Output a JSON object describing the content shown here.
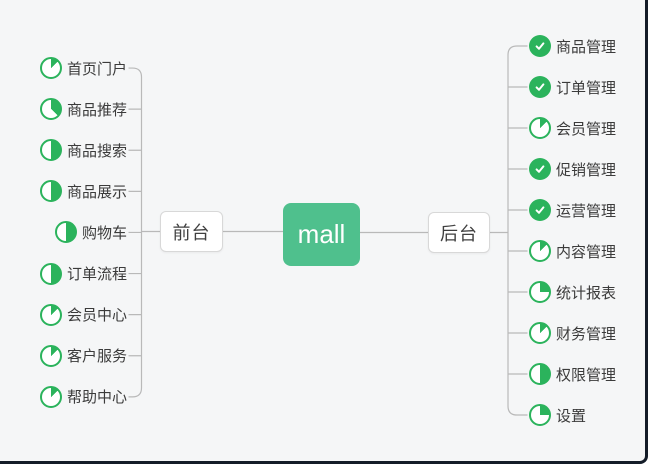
{
  "window": {
    "background": "#f5f6f7",
    "frame_border_color": "#141c28"
  },
  "diagram": {
    "root": {
      "label": "mall"
    },
    "left_branch": {
      "label": "前台",
      "items": [
        {
          "label": "首页门户",
          "icon": "pie",
          "progress": 0.125
        },
        {
          "label": "商品推荐",
          "icon": "pie",
          "progress": 0.375
        },
        {
          "label": "商品搜索",
          "icon": "pie",
          "progress": 0.5
        },
        {
          "label": "商品展示",
          "icon": "pie",
          "progress": 0.5
        },
        {
          "label": "购物车",
          "icon": "pie",
          "progress": 0.5
        },
        {
          "label": "订单流程",
          "icon": "pie",
          "progress": 0.5
        },
        {
          "label": "会员中心",
          "icon": "pie",
          "progress": 0.125
        },
        {
          "label": "客户服务",
          "icon": "pie",
          "progress": 0.125
        },
        {
          "label": "帮助中心",
          "icon": "pie",
          "progress": 0.125
        }
      ]
    },
    "right_branch": {
      "label": "后台",
      "items": [
        {
          "label": "商品管理",
          "icon": "check"
        },
        {
          "label": "订单管理",
          "icon": "check"
        },
        {
          "label": "会员管理",
          "icon": "pie",
          "progress": 0.125
        },
        {
          "label": "促销管理",
          "icon": "check"
        },
        {
          "label": "运营管理",
          "icon": "check"
        },
        {
          "label": "内容管理",
          "icon": "pie",
          "progress": 0.125
        },
        {
          "label": "统计报表",
          "icon": "pie",
          "progress": 0.25
        },
        {
          "label": "财务管理",
          "icon": "pie",
          "progress": 0.125
        },
        {
          "label": "权限管理",
          "icon": "pie",
          "progress": 0.5
        },
        {
          "label": "设置",
          "icon": "pie",
          "progress": 0.25
        }
      ]
    },
    "colors": {
      "accent_green": "#2bb35c",
      "root_green": "#4fc08d",
      "connector": "#b9b9b9"
    }
  }
}
